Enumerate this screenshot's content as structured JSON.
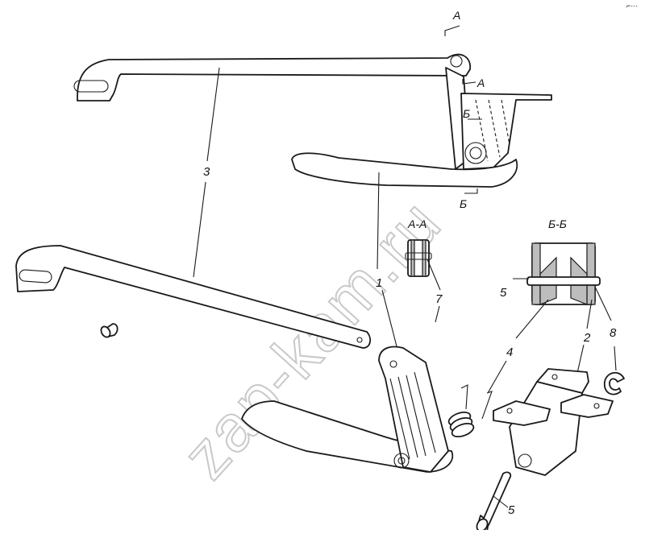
{
  "drawing": {
    "callouts": {
      "c1": "1",
      "c2": "2",
      "c3": "3",
      "c4": "4",
      "c5a": "5",
      "c5b": "5",
      "c7": "7",
      "c8": "8"
    },
    "sections": {
      "a_a": "А-А",
      "b_b": "Б-Б"
    },
    "cut_marks": {
      "a_top": "А",
      "a_mid": "А",
      "b_mid": "Б",
      "b_bottom": "Б"
    },
    "corner_mark": "⌐⋯",
    "watermark": "zap-kam.ru"
  }
}
